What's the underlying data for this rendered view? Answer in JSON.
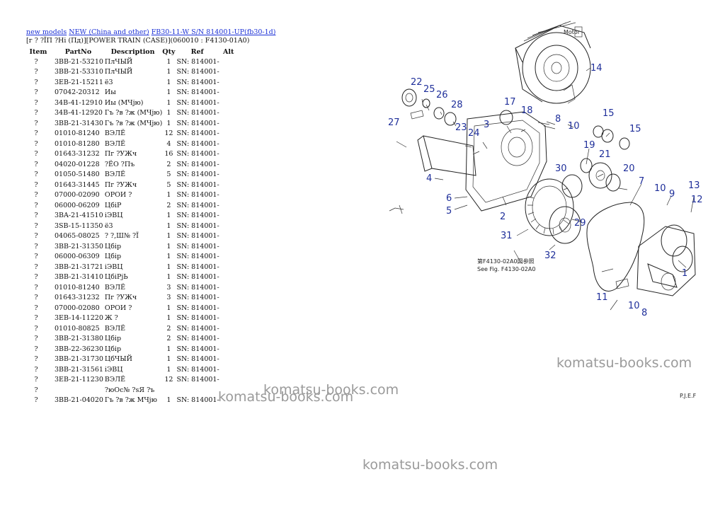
{
  "breadcrumb": {
    "link1": "new models",
    "link2": "NEW (China and other)",
    "link3": "FB30-11-W S/N 814001-UP(fb30-1d)"
  },
  "subtitle": "[г ? ?ЇП ?Нi (Пд)][POWER TRAIN (CASE)](060010 : F4130-01A0)",
  "table": {
    "headers": [
      "Item",
      "PartNo",
      "Description",
      "Qty",
      "Ref",
      "Alt"
    ],
    "rows": [
      [
        "?",
        "3BB-21-53210",
        "ПлЧЫЙ",
        "1",
        "SN: 814001-"
      ],
      [
        "?",
        "3BB-21-53310",
        "ПлЧЫЙ",
        "1",
        "SN: 814001-"
      ],
      [
        "?",
        "3EB-21-15211",
        "ё3",
        "1",
        "SN: 814001-"
      ],
      [
        "?",
        "07042-20312",
        "Иы",
        "1",
        "SN: 814001-"
      ],
      [
        "?",
        "34B-41-12910",
        "Иы (МЧјю)",
        "1",
        "SN: 814001-"
      ],
      [
        "?",
        "34B-41-12920",
        "Гъ ?в ?ж (МЧјю)",
        "1",
        "SN: 814001-"
      ],
      [
        "?",
        "3BB-21-31430",
        "Гъ ?в ?ж (МЧјю)",
        "1",
        "SN: 814001-"
      ],
      [
        "?",
        "01010-81240",
        "ВЭЛЁ",
        "12",
        "SN: 814001-"
      ],
      [
        "?",
        "01010-81280",
        "ВЭЛЁ",
        "4",
        "SN: 814001-"
      ],
      [
        "?",
        "01643-31232",
        "Пг ?УЖч",
        "16",
        "SN: 814001-"
      ],
      [
        "?",
        "04020-01228",
        "?ЁО ?Пъ",
        "2",
        "SN: 814001-"
      ],
      [
        "?",
        "01050-51480",
        "ВЭЛЁ",
        "5",
        "SN: 814001-"
      ],
      [
        "?",
        "01643-31445",
        "Пг ?УЖч",
        "5",
        "SN: 814001-"
      ],
      [
        "?",
        "07000-02090",
        "ОРОИ ?",
        "1",
        "SN: 814001-"
      ],
      [
        "?",
        "06000-06209",
        "ЦбiР",
        "2",
        "SN: 814001-"
      ],
      [
        "?",
        "3BA-21-41510",
        "іЭВЦ",
        "1",
        "SN: 814001-"
      ],
      [
        "?",
        "3SB-15-11350",
        "ё3",
        "1",
        "SN: 814001-"
      ],
      [
        "?",
        "04065-08025",
        "? ?,Ш№ ?Ї",
        "1",
        "SN: 814001-"
      ],
      [
        "?",
        "3BB-21-31350",
        "Цбiр",
        "1",
        "SN: 814001-"
      ],
      [
        "?",
        "06000-06309",
        "Цбiр",
        "1",
        "SN: 814001-"
      ],
      [
        "?",
        "3BB-21-31721",
        "іЭВЦ",
        "1",
        "SN: 814001-"
      ],
      [
        "?",
        "3BB-21-31410",
        "ЦбiРјЬ",
        "1",
        "SN: 814001-"
      ],
      [
        "?",
        "01010-81240",
        "ВЭЛЁ",
        "3",
        "SN: 814001-"
      ],
      [
        "?",
        "01643-31232",
        "Пг ?УЖч",
        "3",
        "SN: 814001-"
      ],
      [
        "?",
        "07000-02080",
        "ОРОИ ?",
        "1",
        "SN: 814001-"
      ],
      [
        "?",
        "3EB-14-11220",
        "Ж ?",
        "1",
        "SN: 814001-"
      ],
      [
        "?",
        "01010-80825",
        "ВЭЛЁ",
        "2",
        "SN: 814001-"
      ],
      [
        "?",
        "3BB-21-31380",
        "Цбiр",
        "2",
        "SN: 814001-"
      ],
      [
        "?",
        "3BB-22-36230",
        "Цбiр",
        "1",
        "SN: 814001-"
      ],
      [
        "?",
        "3BB-21-31730",
        "ЦбЧЫЙ",
        "1",
        "SN: 814001-"
      ],
      [
        "?",
        "3BB-21-31561",
        "іЭВЦ",
        "1",
        "SN: 814001-"
      ],
      [
        "?",
        "3EB-21-11230",
        "ВЭЛЁ",
        "12",
        "SN: 814001-"
      ],
      [
        "?",
        "",
        "?юОс№ ?sЯ ?ъ",
        "",
        ""
      ],
      [
        "?",
        "3BB-21-04020",
        "Гъ ?в ?ж МЧјю",
        "1",
        "SN: 814001-"
      ]
    ]
  },
  "diagram": {
    "callouts": [
      "1",
      "2",
      "3",
      "4",
      "5",
      "6",
      "7",
      "8",
      "9",
      "10",
      "11",
      "12",
      "13",
      "14",
      "15",
      "17",
      "18",
      "19",
      "20",
      "21",
      "22",
      "23",
      "24",
      "25",
      "26",
      "27",
      "28",
      "29",
      "30",
      "31",
      "32"
    ],
    "caption_line1": "第F4130-02A0図参照",
    "caption_line2": "See Fig. F4130-02A0",
    "motor_label": "Motor",
    "page_code": "P.J.E.F"
  },
  "watermarks": [
    "komatsu-books.com",
    "komatsu-books.com",
    "komatsu-books.com",
    "komatsu-books.com"
  ],
  "colors": {
    "link": "#1a2fd6",
    "callout": "#1f2f9a",
    "watermark": "#9a9a9a"
  }
}
